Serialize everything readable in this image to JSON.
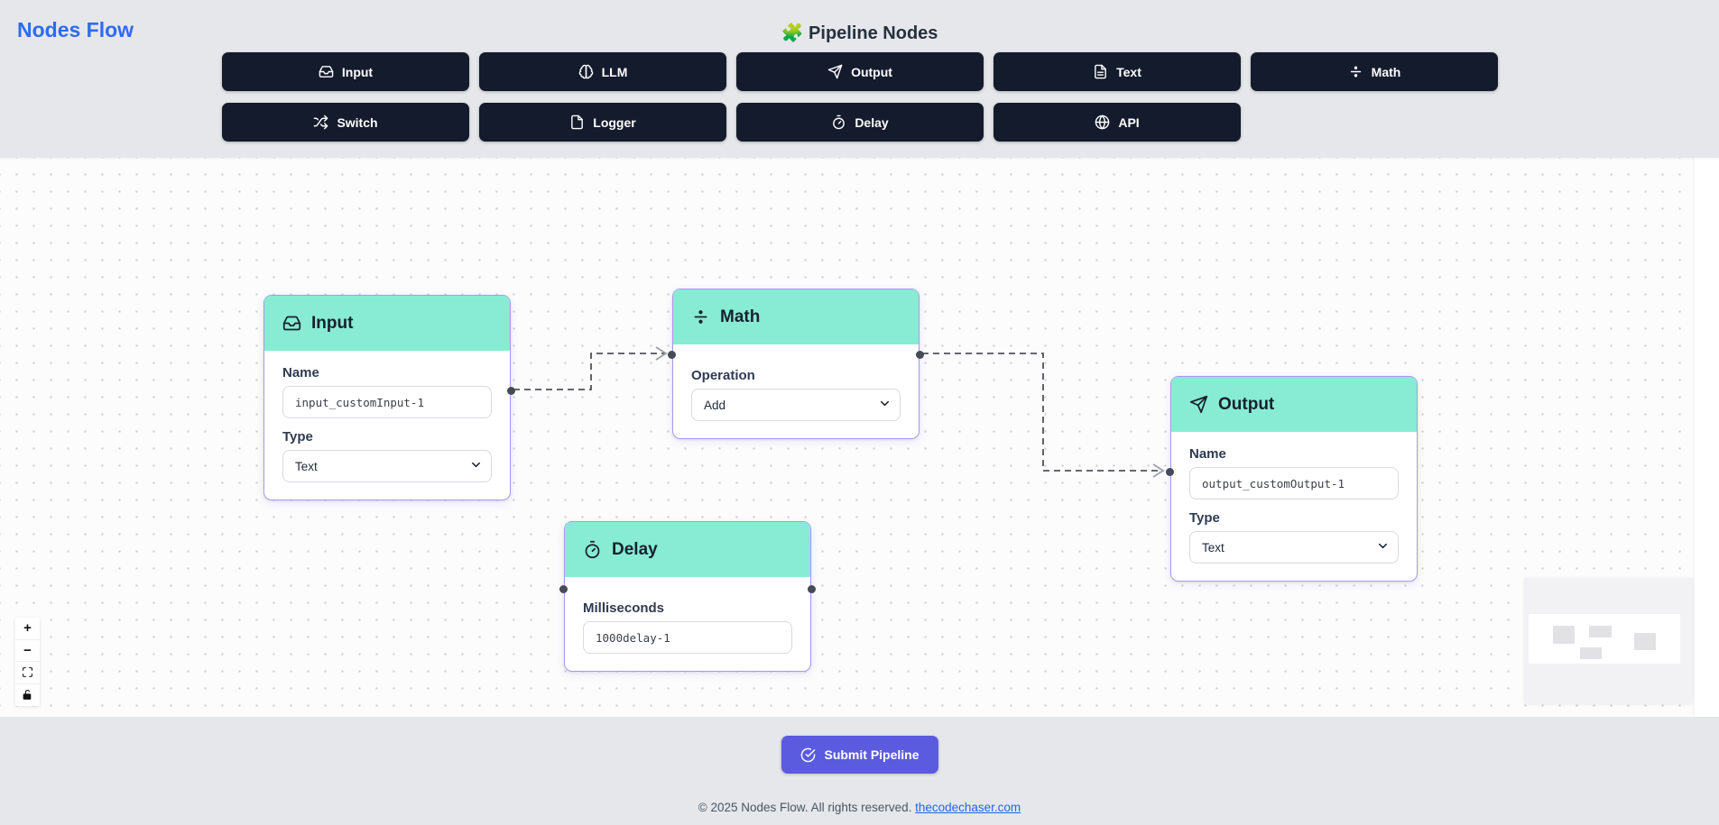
{
  "app": {
    "brand": "Nodes Flow"
  },
  "palette": {
    "title": "Pipeline Nodes",
    "title_emoji": "🧩",
    "buttons": [
      {
        "label": "Input",
        "icon": "inbox-icon"
      },
      {
        "label": "LLM",
        "icon": "brain-icon"
      },
      {
        "label": "Output",
        "icon": "send-icon"
      },
      {
        "label": "Text",
        "icon": "file-text-icon"
      },
      {
        "label": "Math",
        "icon": "divide-icon"
      },
      {
        "label": "Switch",
        "icon": "shuffle-icon"
      },
      {
        "label": "Logger",
        "icon": "file-icon"
      },
      {
        "label": "Delay",
        "icon": "timer-icon"
      },
      {
        "label": "API",
        "icon": "globe-icon"
      }
    ]
  },
  "canvas": {
    "nodes": [
      {
        "title": "Input",
        "icon": "inbox-icon",
        "fields": {
          "name_label": "Name",
          "name_value": "input_customInput-1",
          "type_label": "Type",
          "type_value": "Text"
        }
      },
      {
        "title": "Math",
        "icon": "divide-icon",
        "fields": {
          "operation_label": "Operation",
          "operation_value": "Add"
        }
      },
      {
        "title": "Delay",
        "icon": "timer-icon",
        "fields": {
          "ms_label": "Milliseconds",
          "ms_value": "1000delay-1"
        }
      },
      {
        "title": "Output",
        "icon": "send-icon",
        "fields": {
          "name_label": "Name",
          "name_value": "output_customOutput-1",
          "type_label": "Type",
          "type_value": "Text"
        }
      }
    ],
    "edges": [
      {
        "from": "Input",
        "to": "Math"
      },
      {
        "from": "Math",
        "to": "Output"
      }
    ],
    "controls": {
      "zoom_in_glyph": "+",
      "zoom_out_glyph": "−"
    }
  },
  "actions": {
    "submit_label": "Submit Pipeline"
  },
  "footer": {
    "copyright": "© 2025 Nodes Flow. All rights reserved. ",
    "link_text": "thecodechaser.com"
  },
  "colors": {
    "brand_blue": "#2e6bf0",
    "palette_button_bg": "#141b2c",
    "node_header_mint": "#87ecd3",
    "node_border_purple": "#a79af0",
    "submit_indigo": "#5b5be0",
    "link_blue": "#2563eb",
    "edge_gray": "#52525b"
  }
}
